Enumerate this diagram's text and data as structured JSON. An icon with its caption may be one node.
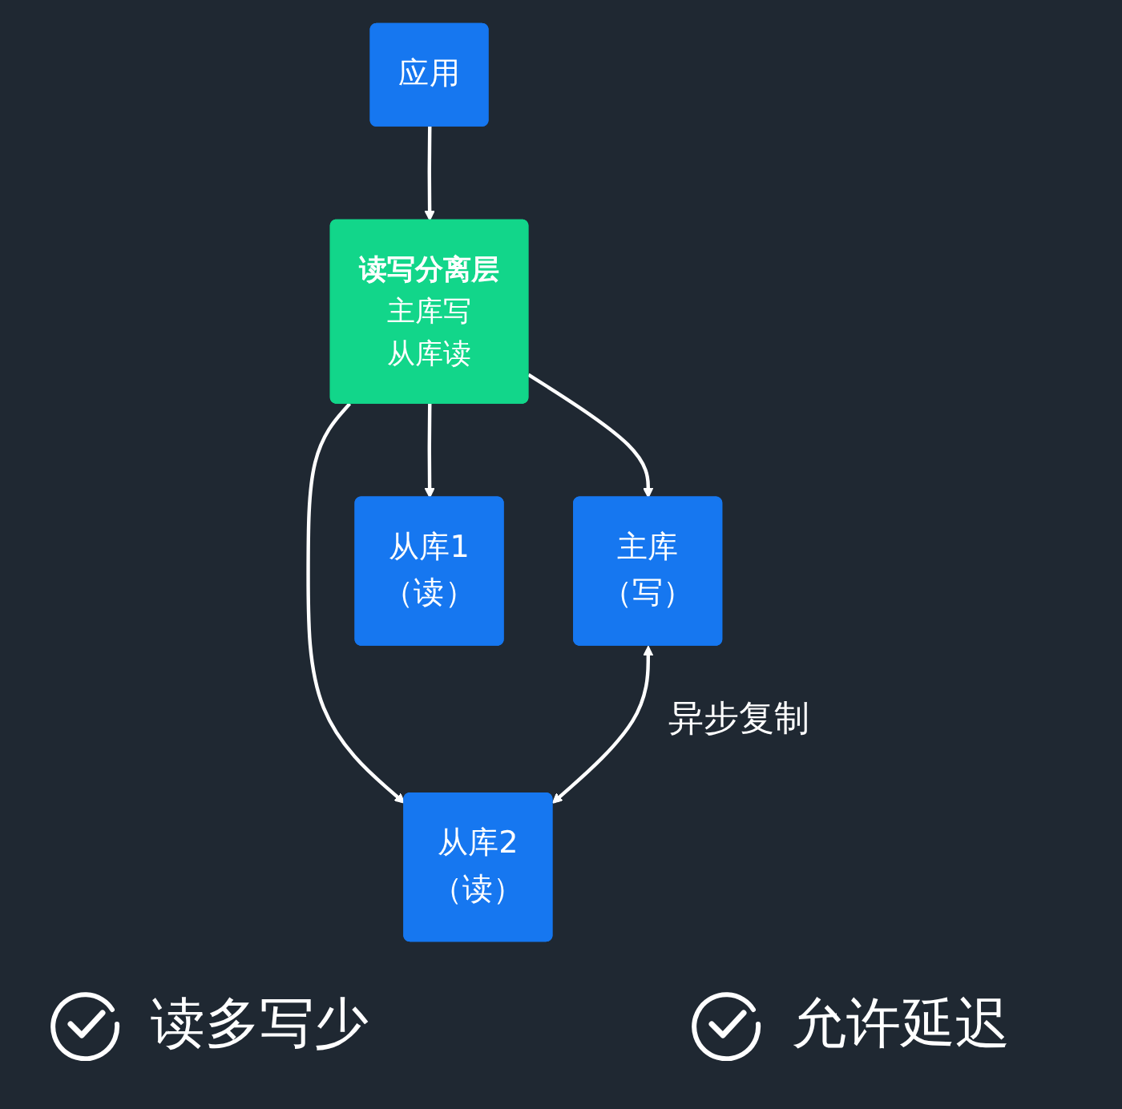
{
  "diagram": {
    "nodes": [
      {
        "text": [
          "应用"
        ]
      },
      {
        "text": [
          "读写分离层",
          "主库写",
          "从库读"
        ]
      },
      {
        "text": [
          "主库",
          "（写）"
        ]
      },
      {
        "text": [
          "从库1",
          "（读）"
        ]
      },
      {
        "text": [
          "从库2",
          "（读）"
        ]
      }
    ],
    "edges": [
      {
        "from": 0,
        "to": 1,
        "arrow": "to"
      },
      {
        "from": 1,
        "to": 2,
        "arrow": "to"
      },
      {
        "from": 1,
        "to": 3,
        "arrow": "to"
      },
      {
        "from": 1,
        "to": 4,
        "arrow": "to"
      },
      {
        "from": 2,
        "to": 4,
        "arrow": "both",
        "label": "异步复制"
      }
    ],
    "labels": [
      "读多写少",
      "允许延迟"
    ]
  }
}
